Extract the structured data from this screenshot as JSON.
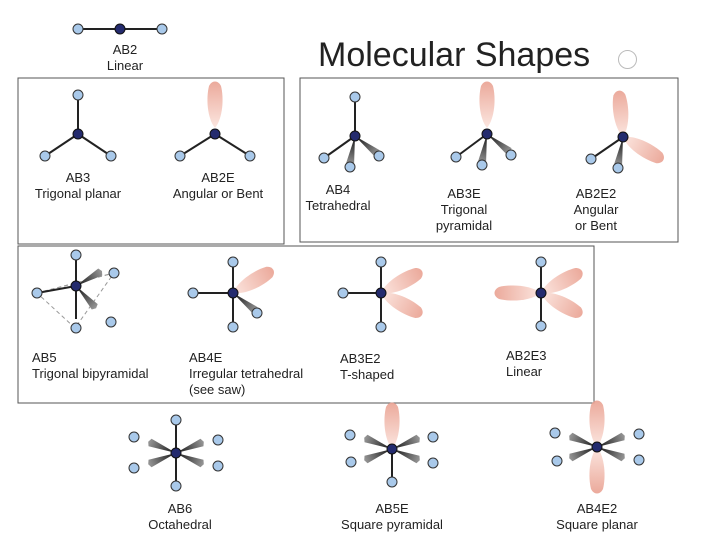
{
  "title": "Molecular Shapes",
  "colors": {
    "central_atom": "#242b6e",
    "outer_atom": "#a9c9ea",
    "lone_pair": "#f2b4a4",
    "bond": "#222222",
    "box": "#555555"
  },
  "shapes": [
    {
      "formula": "AB2",
      "name": "Linear"
    },
    {
      "formula": "AB3",
      "name": "Trigonal planar"
    },
    {
      "formula": "AB2E",
      "name": "Angular or Bent"
    },
    {
      "formula": "AB4",
      "name": "Tetrahedral"
    },
    {
      "formula": "AB3E",
      "name_line1": "Trigonal",
      "name_line2": "pyramidal"
    },
    {
      "formula": "AB2E2",
      "name_line1": "Angular",
      "name_line2": "or Bent"
    },
    {
      "formula": "AB5",
      "name": "Trigonal bipyramidal"
    },
    {
      "formula": "AB4E",
      "name_line1": "Irregular tetrahedral",
      "name_line2": "(see saw)"
    },
    {
      "formula": "AB3E2",
      "name": "T-shaped"
    },
    {
      "formula": "AB2E3",
      "name": "Linear"
    },
    {
      "formula": "AB6",
      "name": "Octahedral"
    },
    {
      "formula": "AB5E",
      "name": "Square pyramidal"
    },
    {
      "formula": "AB4E2",
      "name": "Square planar"
    }
  ]
}
